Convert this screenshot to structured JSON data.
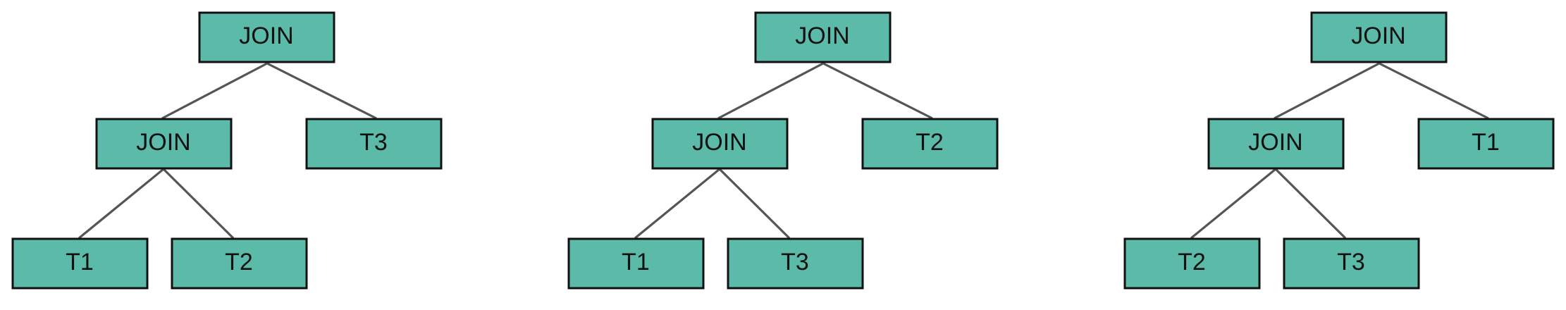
{
  "colors": {
    "node_fill": "#5bbba8",
    "node_border": "#111111",
    "edge": "#555555",
    "text": "#111111",
    "background": "#ffffff"
  },
  "trees": [
    {
      "root": "JOIN",
      "inner_join": "JOIN",
      "right_leaf": "T3",
      "inner_left_leaf": "T1",
      "inner_right_leaf": "T2"
    },
    {
      "root": "JOIN",
      "inner_join": "JOIN",
      "right_leaf": "T2",
      "inner_left_leaf": "T1",
      "inner_right_leaf": "T3"
    },
    {
      "root": "JOIN",
      "inner_join": "JOIN",
      "right_leaf": "T1",
      "inner_left_leaf": "T2",
      "inner_right_leaf": "T3"
    }
  ]
}
